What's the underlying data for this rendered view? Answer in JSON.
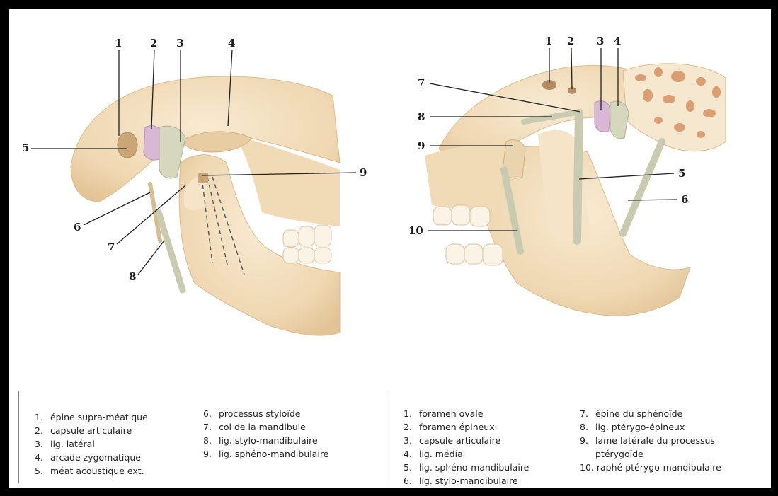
{
  "figures": {
    "left": {
      "labels": {
        "1": "1",
        "2": "2",
        "3": "3",
        "4": "4",
        "5": "5",
        "6": "6",
        "7": "7",
        "8": "8",
        "9": "9"
      }
    },
    "right": {
      "labels": {
        "1": "1",
        "2": "2",
        "3": "3",
        "4": "4",
        "5": "5",
        "6": "6",
        "7": "7",
        "8": "8",
        "9": "9",
        "10": "10"
      }
    }
  },
  "legend_left": {
    "col1": [
      {
        "num": "1.",
        "text": "épine supra-méatique"
      },
      {
        "num": "2.",
        "text": "capsule articulaire"
      },
      {
        "num": "3.",
        "text": "lig. latéral"
      },
      {
        "num": "4.",
        "text": "arcade zygomatique"
      },
      {
        "num": "5.",
        "text": "méat acoustique ext."
      }
    ],
    "col2": [
      {
        "num": "6.",
        "text": "processus styloïde"
      },
      {
        "num": "7.",
        "text": "col de la mandibule"
      },
      {
        "num": "8.",
        "text": "lig. stylo-mandibulaire"
      },
      {
        "num": "9.",
        "text": "lig. sphéno-mandibulaire"
      }
    ]
  },
  "legend_right": {
    "col1": [
      {
        "num": "1.",
        "text": "foramen ovale"
      },
      {
        "num": "2.",
        "text": "foramen épineux"
      },
      {
        "num": "3.",
        "text": "capsule articulaire"
      },
      {
        "num": "4.",
        "text": "lig. médial"
      },
      {
        "num": "5.",
        "text": "lig. sphéno-mandibulaire"
      },
      {
        "num": "6.",
        "text": "lig. stylo-mandibulaire"
      }
    ],
    "col2": [
      {
        "num": "7.",
        "text": "épine du sphénoïde"
      },
      {
        "num": "8.",
        "text": "lig. ptérygo-épineux"
      },
      {
        "num": "9.",
        "text": "lame latérale du processus"
      },
      {
        "num": "",
        "text": "ptérygoïde"
      },
      {
        "num": "10.",
        "text": "raphé ptérygo-mandibulaire"
      }
    ]
  },
  "colors": {
    "bone": "#f3dfbf",
    "bone_shade": "#e2c69c",
    "bone_dark": "#c9a97c",
    "ligament": "#cfd3b8",
    "capsule": "#d9b8d6",
    "marrow": "#d99f72"
  }
}
